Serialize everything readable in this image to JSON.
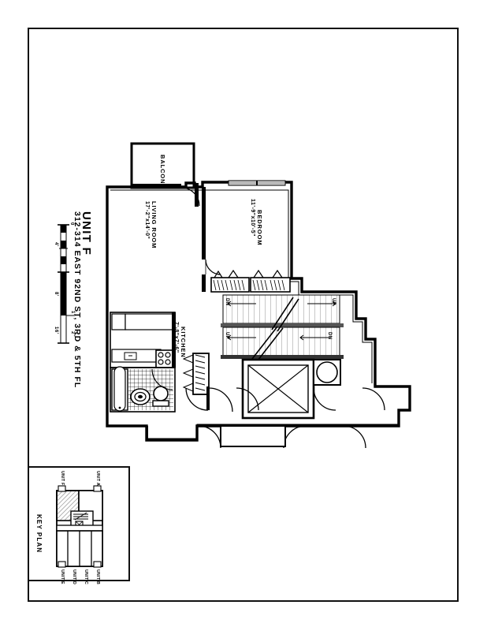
{
  "sheet": {
    "title_unit": "UNIT F",
    "title_address": "312-314 EAST 92ND ST, 3RD & 5TH FL",
    "background_color": "#ffffff",
    "line_color": "#000000",
    "border_color": "#111111"
  },
  "scale_bar": {
    "ticks": [
      "0",
      "4'",
      "8'",
      "16'"
    ],
    "inch_marks": [
      "1\"",
      "2\""
    ]
  },
  "rooms": [
    {
      "name": "BALCONY",
      "dimensions": ""
    },
    {
      "name": "LIVING  ROOM",
      "dimensions": "17'-2\"x14'-0\""
    },
    {
      "name": "BEDROOM",
      "dimensions": "11'-9\"x10'-5\""
    },
    {
      "name": "KITCHEN",
      "dimensions": "7'-8\"x7'-6\""
    }
  ],
  "stair_notes": [
    {
      "label": "DN",
      "position": "upper-left"
    },
    {
      "label": "UP",
      "position": "upper-right"
    },
    {
      "label": "UP",
      "position": "lower-left"
    },
    {
      "label": "DN",
      "position": "lower-right"
    }
  ],
  "key_plan": {
    "title": "KEY PLAN",
    "top_units": [
      "UNIT F",
      "UNIT A"
    ],
    "bottom_units": [
      "UNIT E",
      "UNIT D",
      "UNIT C",
      "UNIT B"
    ],
    "highlighted_unit": "UNIT F",
    "hatch_color": "#9a9a9a"
  }
}
